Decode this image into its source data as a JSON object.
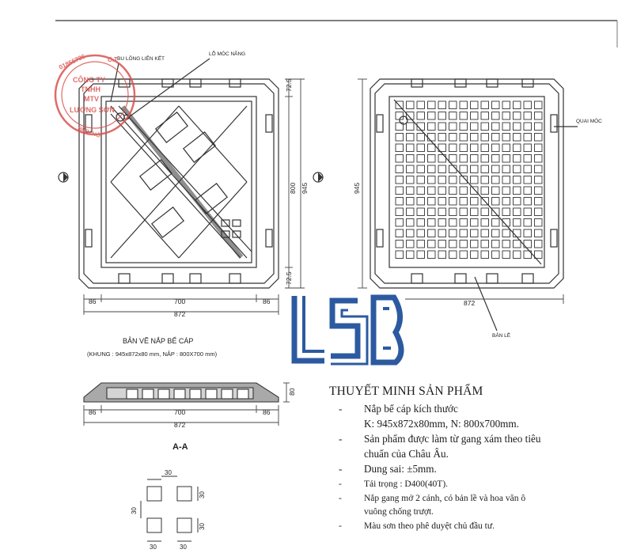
{
  "header": {
    "label_bolt": "BU LÔNG LIÊN KẾT",
    "label_lift_hole": "LỖ MÓC NÂNG",
    "label_hook": "QUAI MÓC",
    "label_hinge": "BẢN LỀ"
  },
  "stamp": {
    "number": "01856736",
    "c": "C.T",
    "line1": "CÔNG TY",
    "line2": "TNHH",
    "line3": "MTV",
    "line4": "LƯƠNG SƠN",
    "line5": "BÌNH HỒ"
  },
  "dims": {
    "d86": "86",
    "d700": "700",
    "d872": "872",
    "d800": "800",
    "d945": "945",
    "d72_5": "72.5",
    "d80": "80",
    "d30": "30"
  },
  "drawing_title": {
    "line1": "BẢN VẼ NẮP BỂ CÁP",
    "line2": "(KHUNG : 945x872x80 mm, NẮP : 800X700 mm)"
  },
  "section_label": "A-A",
  "logo": {
    "text": "LSB",
    "color": "#2c5aa0"
  },
  "notes": {
    "title": "THUYẾT MINH SẢN PHẨM",
    "items": [
      {
        "l1": "Nắp bể cáp kích thước",
        "l2": "K: 945x872x80mm, N: 800x700mm."
      },
      {
        "l1": "Sản phẩm được làm từ gang xám theo tiêu",
        "l2": "chuẩn của Châu Âu."
      },
      {
        "l1": "Dung sai: ±5mm."
      },
      {
        "l1": "Tải trọng : D400(40T)."
      },
      {
        "l1": "Nắp gang mở 2 cánh, có bản lề và hoa văn ô",
        "l2": "vuông chống trượt."
      },
      {
        "l1": "Màu sơn theo phê duyệt chủ đầu tư."
      }
    ]
  },
  "colors": {
    "stamp": "#d9534f",
    "line": "#333333",
    "logo": "#2c5aa0"
  }
}
